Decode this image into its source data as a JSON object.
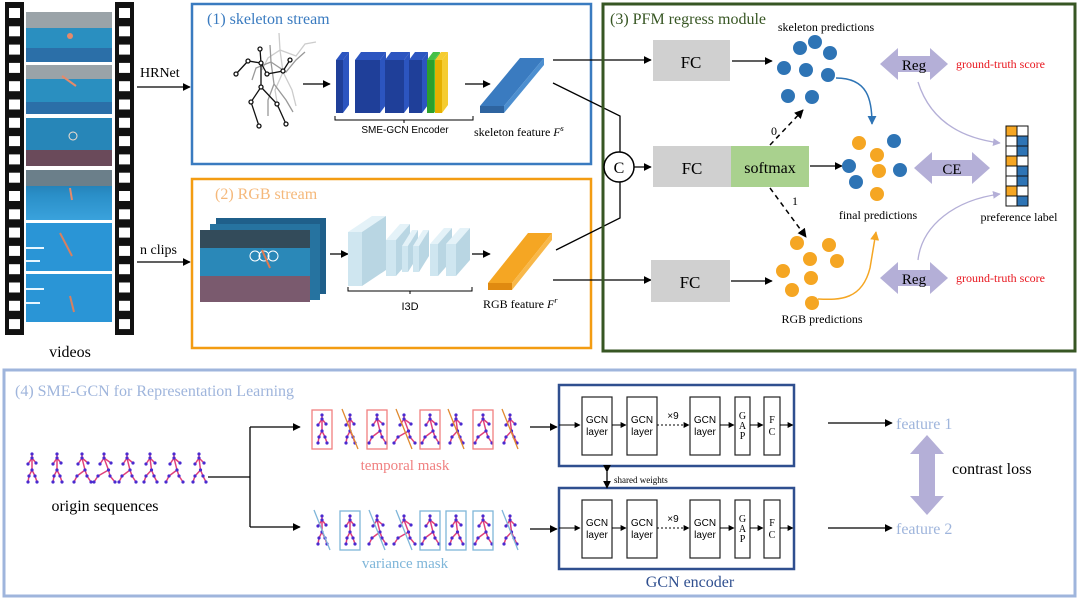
{
  "colors": {
    "skeleton_blue": "#2e74b5",
    "skeleton_box": "#3a7bc0",
    "rgb_orange": "#f5a623",
    "rgb_box": "#f39c12",
    "pfm_green": "#375623",
    "sme_box": "#9fb5dc",
    "sme_title": "#9fb5dc",
    "gcn_box": "#2f4f8f",
    "fc_gray": "#d0d0d0",
    "softmax_green": "#a9d18e",
    "arrow_purple": "#b4afd7",
    "gt_red": "#e8171f",
    "temporal_pink": "#f08080",
    "variance_blue": "#7fb6d9",
    "encoder_dark": "#1f3f99",
    "encoder_green": "#2ca02c",
    "encoder_yellow": "#e6b000",
    "i3d_light": "#cfe6f0"
  },
  "left": {
    "input_label": "videos",
    "arrow_top_label": "HRNet",
    "arrow_bottom_label": "n clips"
  },
  "skeleton_stream": {
    "title": "(1) skeleton stream",
    "encoder_label": "SME-GCN Encoder",
    "feature_label": "skeleton feature",
    "feature_symbol": "F",
    "feature_sup": "s"
  },
  "rgb_stream": {
    "title": "(2) RGB stream",
    "encoder_label": "I3D",
    "feature_label": "RGB feature",
    "feature_symbol": "F",
    "feature_sup": "r"
  },
  "concat": {
    "symbol": "C"
  },
  "pfm": {
    "title": "(3) PFM regress module",
    "fc_top": "FC",
    "fc_mid": "FC",
    "softmax": "softmax",
    "fc_bottom": "FC",
    "skeleton_predictions": "skeleton predictions",
    "final_predictions": "final predictions",
    "rgb_predictions": "RGB predictions",
    "branch_0": "0",
    "branch_1": "1",
    "reg_top": "Reg",
    "reg_bottom": "Reg",
    "ce": "CE",
    "gt_top": "ground-truth score",
    "gt_bottom": "ground-truth score",
    "preference_label": "preference label",
    "preference_rows": [
      [
        "orange",
        "white"
      ],
      [
        "white",
        "blue"
      ],
      [
        "white",
        "blue"
      ],
      [
        "orange",
        "white"
      ],
      [
        "white",
        "blue"
      ],
      [
        "white",
        "blue"
      ],
      [
        "orange",
        "white"
      ],
      [
        "white",
        "blue"
      ]
    ]
  },
  "sme_gcn": {
    "title": "(4) SME-GCN for Representation Learning",
    "origin_label": "origin sequences",
    "temporal_label": "temporal mask",
    "variance_label": "variance mask",
    "temporal_masked": [
      false,
      true,
      false,
      true,
      false,
      true,
      false,
      true
    ],
    "variance_masked": [
      true,
      false,
      true,
      true,
      false,
      false,
      false,
      true
    ],
    "encoder_top": {
      "layer1": [
        "GCN",
        "layer"
      ],
      "layer2": [
        "GCN",
        "layer"
      ],
      "repeat": "×9",
      "layer3": [
        "GCN",
        "layer"
      ],
      "gap": [
        "G",
        "A",
        "P"
      ],
      "fc": [
        "F",
        "C"
      ]
    },
    "encoder_bottom": {
      "layer1": [
        "GCN",
        "layer"
      ],
      "layer2": [
        "GCN",
        "layer"
      ],
      "repeat": "×9",
      "layer3": [
        "GCN",
        "layer"
      ],
      "gap": [
        "G",
        "A",
        "P"
      ],
      "fc": [
        "F",
        "C"
      ]
    },
    "shared_weights": "shared weights",
    "gcn_encoder_label": "GCN encoder",
    "feature1": "feature 1",
    "feature2": "feature 2",
    "contrast_loss": "contrast loss"
  }
}
